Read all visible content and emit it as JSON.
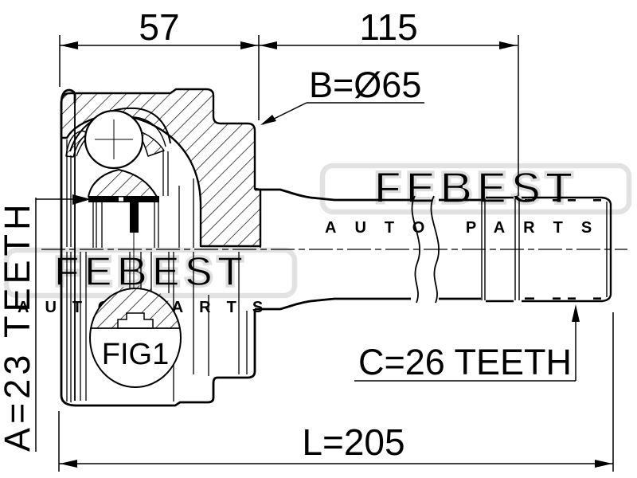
{
  "drawing": {
    "labels": {
      "width_outer": "57",
      "length_shaft": "115",
      "diameter": "B=Ø65",
      "spline_inner": "A=23 TEETH",
      "spline_outer": "C=26 TEETH",
      "length_total": "L=205",
      "figure_ref": "FIG1"
    },
    "watermark": {
      "brand": "FEBEST",
      "tagline": "AUTO PARTS"
    },
    "colors": {
      "line": "#000000",
      "background": "#ffffff",
      "watermark": "#dedede"
    }
  }
}
